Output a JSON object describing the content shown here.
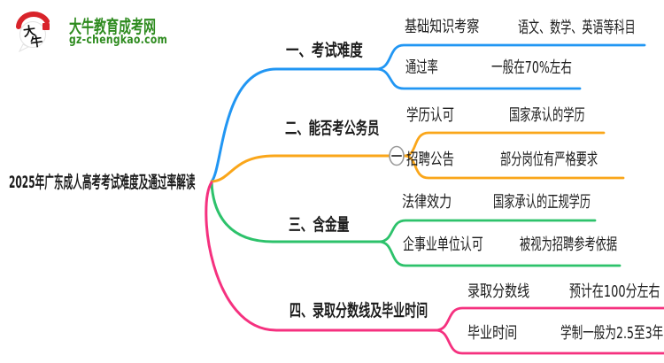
{
  "logo": {
    "site_name": "大牛教育成考网",
    "site_url": "gz-chengkao.com",
    "icon_text_top": "大",
    "icon_text_bottom": "牛",
    "brand_green": "#2e8b1f",
    "brand_red": "#d8232a"
  },
  "root": {
    "title": "2025年广东成人高考考试难度及通过率解读"
  },
  "collapse_button": {
    "glyph": "−",
    "state": "expanded"
  },
  "branches": [
    {
      "label": "一、考试难度",
      "color": "#2196f3",
      "children": [
        {
          "label": "基础知识考察",
          "value": "语文、数学、英语等科目"
        },
        {
          "label": "通过率",
          "value": "一般在70%左右"
        }
      ]
    },
    {
      "label": "二、能否考公务员",
      "color": "#faa61a",
      "has_collapse_button": true,
      "children": [
        {
          "label": "学历认可",
          "value": "国家承认的学历"
        },
        {
          "label": "招聘公告",
          "value": "部分岗位有严格要求"
        }
      ]
    },
    {
      "label": "三、含金量",
      "color": "#2dc26b",
      "children": [
        {
          "label": "法律效力",
          "value": "国家承认的正规学历"
        },
        {
          "label": "企事业单位认可",
          "value": "被视为招聘参考依据"
        }
      ]
    },
    {
      "label": "四、录取分数线及毕业时间",
      "color": "#f5317f",
      "children": [
        {
          "label": "录取分数线",
          "value": "预计在100分左右"
        },
        {
          "label": "毕业时间",
          "value": "学制一般为2.5至3年"
        }
      ]
    }
  ]
}
